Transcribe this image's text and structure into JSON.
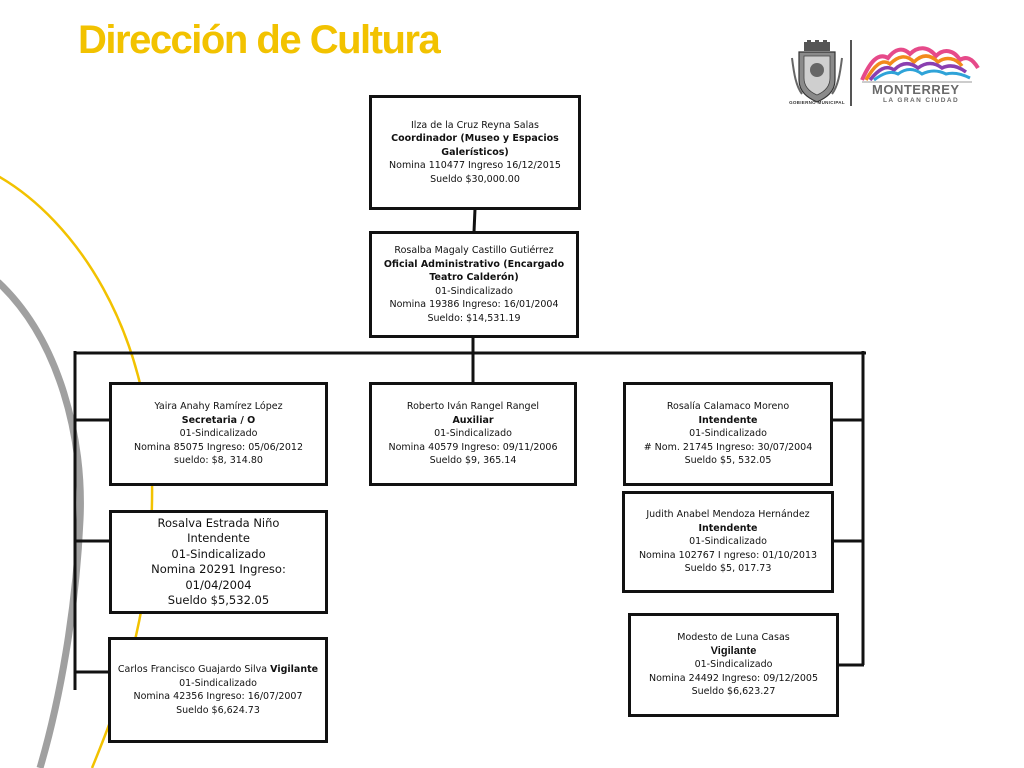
{
  "page": {
    "title": "Dirección de Cultura"
  },
  "logo": {
    "shield_caption": "GOBIERNO MUNICIPAL",
    "brand_name": "MONTERREY",
    "brand_tagline": "LA GRAN CIUDAD"
  },
  "nodes": {
    "coordinator": {
      "name": "Ilza de la  Cruz Reyna Salas",
      "role": "Coordinador  (Museo y Espacios Galerísticos)",
      "l3": "Nomina  110477  Ingreso 16/12/2015",
      "l4": "Sueldo $30,000.00"
    },
    "administrative": {
      "name": "Rosalba Magaly Castillo Gutiérrez",
      "role": "Oficial Administrativo (Encargado Teatro Calderón)",
      "status": "01-Sindicalizado",
      "l4": "Nomina 19386   Ingreso: 16/01/2004",
      "l5": "Sueldo: $14,531.19"
    },
    "secretary": {
      "name": "Yaira  Anahy Ramírez López",
      "role": "Secretaria / O",
      "status": "01-Sindicalizado",
      "l4": "Nomina  85075 Ingreso: 05/06/2012",
      "l5": "sueldo: $8, 314.80"
    },
    "auxiliar": {
      "name": "Roberto Iván Rangel  Rangel",
      "role": "Auxiliar",
      "status": "01-Sindicalizado",
      "l4": "Nomina  40579 Ingreso: 09/11/2006",
      "l5": "Sueldo  $9, 365.14"
    },
    "intendente_rosalia": {
      "name": "Rosalía Calamaco Moreno",
      "role": "Intendente",
      "status": "01-Sindicalizado",
      "l4": "# Nom.  21745 Ingreso: 30/07/2004",
      "l5": "Sueldo $5, 532.05"
    },
    "intendente_rosalva": {
      "name": "Rosalva  Estrada Niño",
      "role": "Intendente",
      "status": "01-Sindicalizado",
      "l4": "Nomina 20291 Ingreso: 01/04/2004",
      "l5": "Sueldo $5,532.05"
    },
    "intendente_judith": {
      "name": "Judith Anabel  Mendoza Hernández",
      "role": "Intendente",
      "status": "01-Sindicalizado",
      "l4": "Nomina 102767 I ngreso: 01/10/2013",
      "l5": "Sueldo $5, 017.73"
    },
    "vigilante_carlos": {
      "name": "Carlos Francisco Guajardo Silva",
      "role": "Vigilante",
      "status": "01-Sindicalizado",
      "l4": "Nomina 42356 Ingreso: 16/07/2007",
      "l5": "Sueldo $6,624.73"
    },
    "vigilante_modesto": {
      "name": "Modesto de Luna Casas",
      "role": "Vigilante",
      "status": "01-Sindicalizado",
      "l4": "Nomina 24492 Ingreso: 09/12/2005",
      "l5": "Sueldo $6,623.27"
    }
  }
}
